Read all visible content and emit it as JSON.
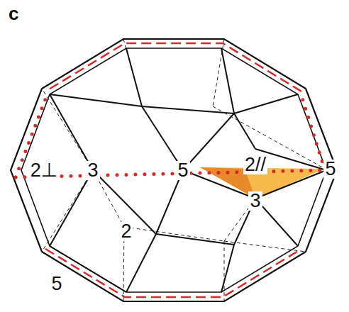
{
  "diagram": {
    "labels": [
      "c",
      "5",
      "2⊥",
      "3",
      "5",
      "2//",
      "3",
      "2",
      "5"
    ]
  }
}
